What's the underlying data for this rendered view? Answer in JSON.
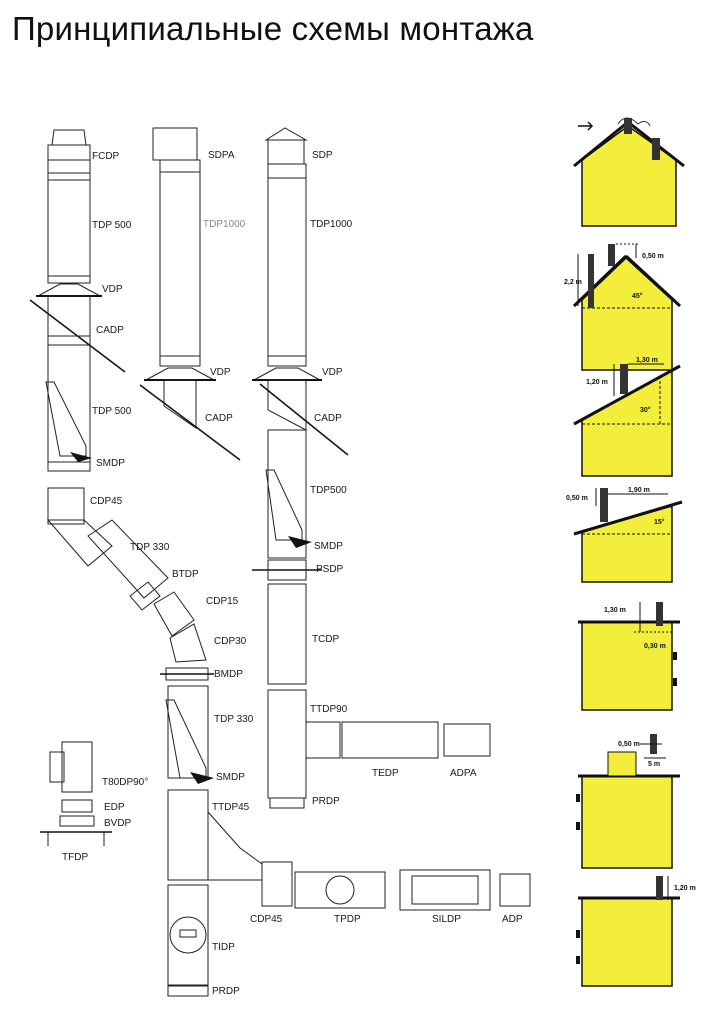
{
  "title": "Принципиальные схемы монтажа",
  "colors": {
    "wall_fill": "#f3ee3c",
    "pipe_light": "#ffffff",
    "pipe_dark": "#8a8a8a",
    "outline": "#222222"
  },
  "column1": {
    "labels": [
      "FCDP",
      "TDP 500",
      "VDP",
      "CADP",
      "TDP 500",
      "SMDP",
      "CDP45",
      "TDP 330",
      "BTDP",
      "CDP15",
      "CDP30",
      "BMDP",
      "TDP 330",
      "SMDP",
      "TTDP45",
      "TIDP",
      "PRDP"
    ]
  },
  "column2": {
    "labels": [
      "SDPA",
      "TDP1000",
      "VDP",
      "CADP"
    ]
  },
  "column3": {
    "labels": [
      "SDP",
      "TDP1000",
      "VDP",
      "CADP",
      "TDP500",
      "SMDP",
      "PSDP",
      "TCDP",
      "TTDP90",
      "TEDP",
      "ADPA",
      "PRDP"
    ]
  },
  "bottom_branch": {
    "labels": [
      "CDP45",
      "TPDP",
      "SILDP",
      "ADP"
    ]
  },
  "small_assembly": {
    "labels": [
      "T80DP90°",
      "EDP",
      "BVDP",
      "TFDP"
    ]
  },
  "roof_diagrams": {
    "d2": {
      "height": "2,2 m",
      "offset": "0,50 m",
      "angle": "45°"
    },
    "d3": {
      "distance": "1,30 m",
      "height": "1,20 m",
      "angle": "30°"
    },
    "d4": {
      "offset": "0,50 m",
      "distance": "1,90 m",
      "angle": "15°"
    },
    "d5": {
      "height": "1,30 m",
      "parapet": "0,30 m"
    },
    "d6": {
      "offset": "0,50 m",
      "distance": "5 m"
    },
    "d7": {
      "height": "1,20 m"
    }
  }
}
